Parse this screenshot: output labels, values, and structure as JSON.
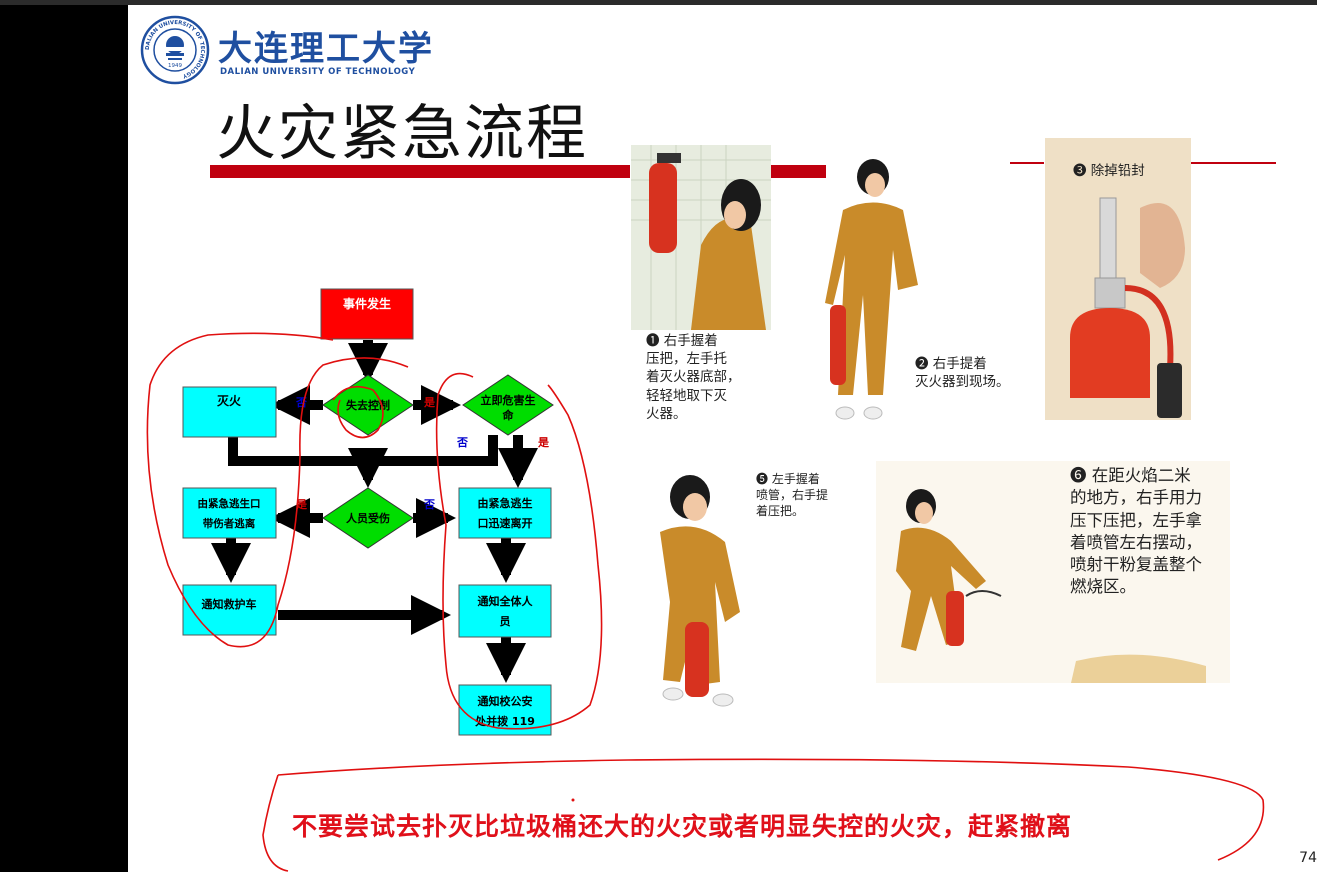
{
  "header": {
    "university_cn": "大连理工大学",
    "university_en": "DALIAN UNIVERSITY OF TECHNOLOGY",
    "seal_text": "DALIAN UNIVERSITY OF TECHNOLOGY",
    "seal_year": "1949",
    "title": "火灾紧急流程"
  },
  "flow": {
    "event": "事件发生",
    "extinguish": "灭火",
    "out_of_control": "失去控制",
    "life_danger_line1": "立即危害生",
    "life_danger_line2": "命",
    "injured": "人员受伤",
    "escape_with_injured_line1": "由紧急逃生口",
    "escape_with_injured_line2": "带伤者逃离",
    "escape_fast_line1": "由紧急逃生",
    "escape_fast_line2": "口迅速离开",
    "notify_ambulance": "通知救护车",
    "notify_all_line1": "通知全体人",
    "notify_all_line2": "员",
    "notify_police_line1": "通知校公安",
    "notify_police_line2": "处并拨 119",
    "yes": "是",
    "no": "否"
  },
  "steps": {
    "step1": [
      "❶ 右手握着",
      "压把，左手托",
      "着灭火器底部，",
      "轻轻地取下灭",
      "火器。"
    ],
    "step2": [
      "❷ 右手提着",
      "灭火器到现场。"
    ],
    "step3": [
      "❸ 除掉铅封"
    ],
    "step5": [
      "❺ 左手握着",
      "喷管，右手提",
      "着压把。"
    ],
    "step6": [
      "❻ 在距火焰二米",
      "的地方，右手用力",
      "压下压把，左手拿",
      "着喷管左右摆动，",
      "喷射干粉复盖整个",
      "燃烧区。"
    ]
  },
  "warning": "不要尝试去扑灭比垃圾桶还大的火灾或者明显失控的火灾，赶紧撤离",
  "page_number": "74",
  "colors": {
    "red_box": "#ff0000",
    "cyan_box": "#00ffff",
    "green_diamond": "#00dd00",
    "accent_bar": "#c0000f",
    "brand_blue": "#1f4fa0",
    "warning_red": "#e0101a"
  }
}
